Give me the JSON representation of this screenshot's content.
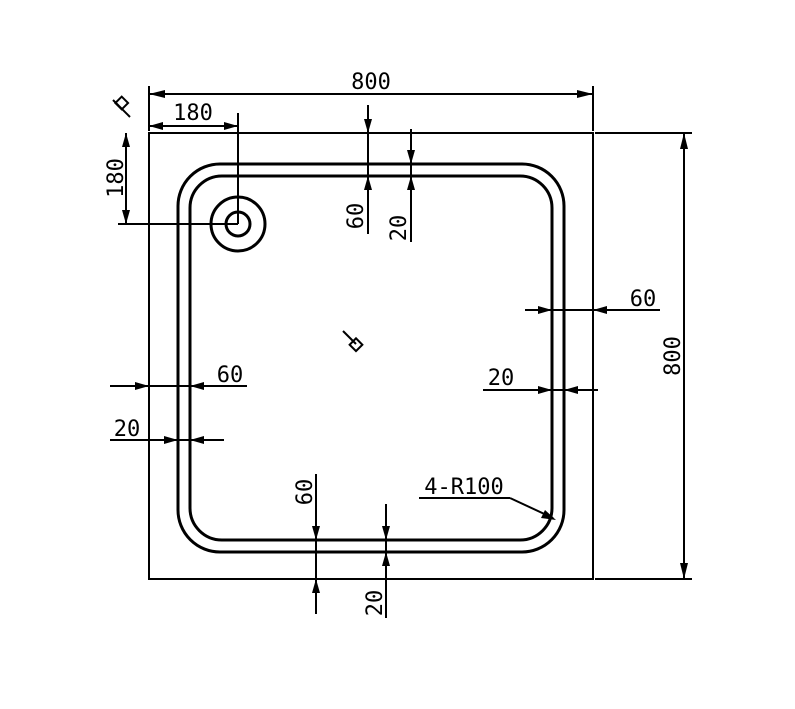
{
  "drawing": {
    "colors": {
      "line": "#000000",
      "background": "#ffffff"
    },
    "icons": {
      "corner_symbol": "valve-symbol-icon",
      "center_symbol": "drain-symbol-icon"
    },
    "dims": {
      "overall_width": "800",
      "overall_height": "800",
      "hole_offset_x": "180",
      "hole_offset_y": "180",
      "top_rim_60": "60",
      "top_rim_20": "20",
      "right_rim_60": "60",
      "right_rim_20": "20",
      "left_rim_60": "60",
      "left_rim_20": "20",
      "bottom_rim_60": "60",
      "bottom_rim_20": "20",
      "corner_radius": "4-R100"
    }
  }
}
